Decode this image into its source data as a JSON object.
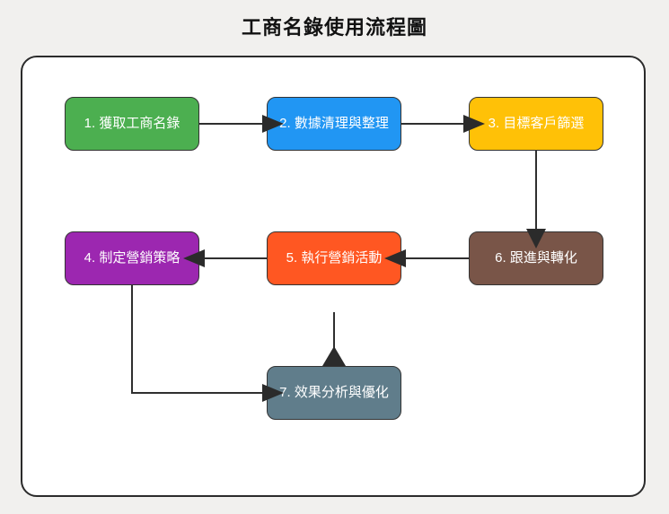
{
  "title": "工商名錄使用流程圖",
  "diagram": {
    "nodes": [
      {
        "id": "1",
        "label": "1. 獲取工商名錄",
        "fill": "#4CAF50"
      },
      {
        "id": "2",
        "label": "2. 數據清理與整理",
        "fill": "#2196F3"
      },
      {
        "id": "3",
        "label": "3. 目標客戶篩選",
        "fill": "#FFC107"
      },
      {
        "id": "4",
        "label": "4. 制定營銷策略",
        "fill": "#9C27B0"
      },
      {
        "id": "5",
        "label": "5. 執行營銷活動",
        "fill": "#FF5722"
      },
      {
        "id": "6",
        "label": "6. 跟進與轉化",
        "fill": "#795548"
      },
      {
        "id": "7",
        "label": "7. 效果分析與優化",
        "fill": "#607D8B"
      }
    ],
    "edges": [
      {
        "from": "1",
        "to": "2",
        "direction": "right"
      },
      {
        "from": "2",
        "to": "3",
        "direction": "right"
      },
      {
        "from": "3",
        "to": "6",
        "direction": "down"
      },
      {
        "from": "6",
        "to": "5",
        "direction": "left"
      },
      {
        "from": "5",
        "to": "4",
        "direction": "left"
      },
      {
        "from": "4",
        "to": "7",
        "direction": "down-then-right"
      },
      {
        "from": "5",
        "to": "7",
        "direction": "down",
        "note": "arrowhead drawn as up-pointing triangle resting on top edge of node 7"
      }
    ],
    "colors": {
      "page_background": "#f1f0ee",
      "canvas_background": "#ffffff",
      "canvas_border": "#2b2b2b",
      "node_border": "#333333",
      "node_text": "#ffffff",
      "edge_line": "#2f2f2f",
      "arrowhead": "#2b2b2b",
      "title_text": "#111111"
    }
  }
}
